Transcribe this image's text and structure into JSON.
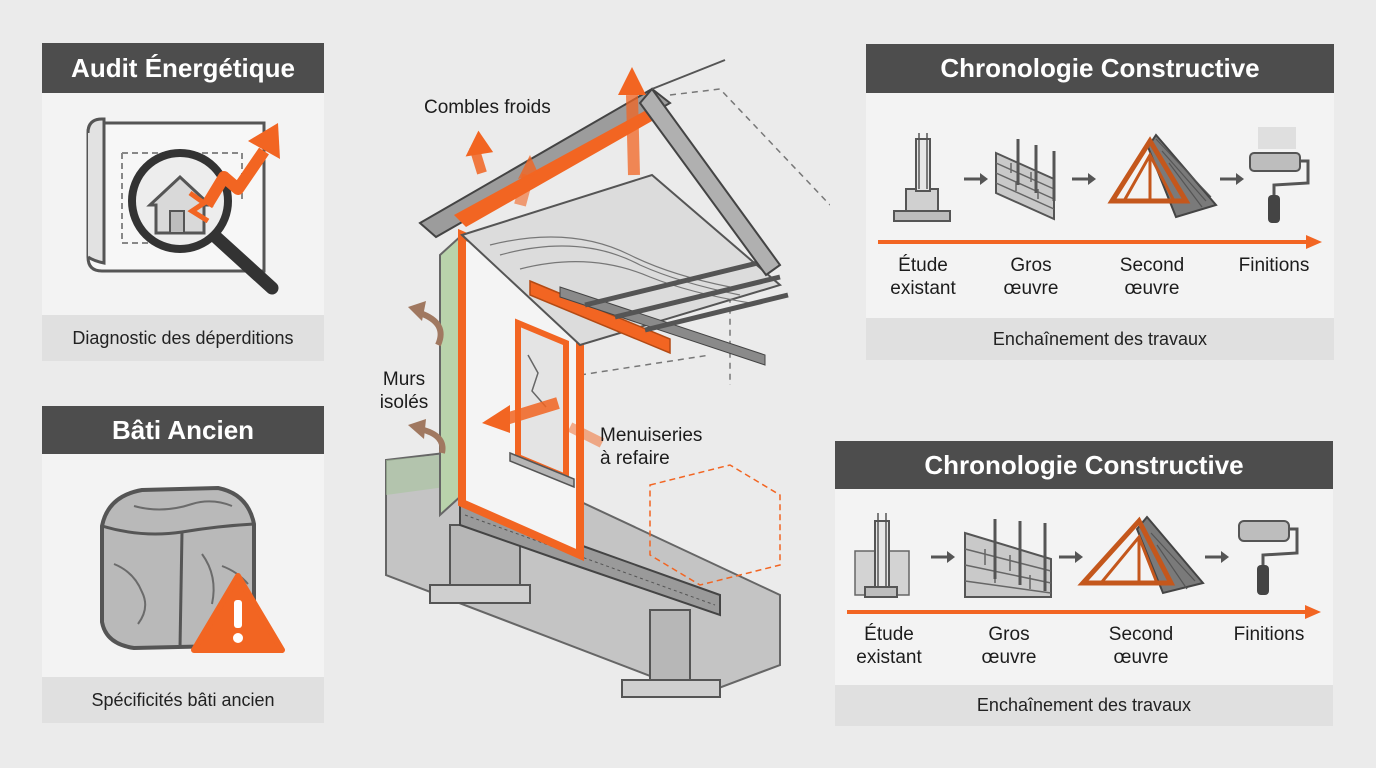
{
  "audit": {
    "title": "Audit Énergétique",
    "caption": "Diagnostic des déperditions",
    "icon": "magnifier-house-icon"
  },
  "bati": {
    "title": "Bâti Ancien",
    "caption": "Spécificités bâti ancien",
    "icon": "stone-warning-icon"
  },
  "house": {
    "label_combles": "Combles froids",
    "label_murs": "Murs\nisolés",
    "label_menuiseries": "Menuiseries\nà refaire"
  },
  "chrono_top": {
    "title": "Chronologie Constructive",
    "caption": "Enchaînement des travaux",
    "steps": [
      {
        "label": "Étude\nexistant",
        "icon": "foundation-icon"
      },
      {
        "label": "Gros\nœuvre",
        "icon": "brick-wall-icon"
      },
      {
        "label": "Second\nœuvre",
        "icon": "roof-frame-icon"
      },
      {
        "label": "Finitions",
        "icon": "paint-roller-icon"
      }
    ]
  },
  "chrono_bottom": {
    "title": "Chronologie Constructive",
    "caption": "Enchaînement des travaux",
    "steps": [
      {
        "label": "Étude\nexistant",
        "icon": "foundation-icon"
      },
      {
        "label": "Gros\nœuvre",
        "icon": "brick-wall-icon"
      },
      {
        "label": "Second\nœuvre",
        "icon": "roof-frame-icon"
      },
      {
        "label": "Finitions",
        "icon": "paint-roller-icon"
      }
    ]
  },
  "colors": {
    "accent": "#f26522",
    "header": "#4d4d4d",
    "panel": "#f3f3f3",
    "caption_bg": "#e0e0e0",
    "background": "#ebebeb"
  }
}
